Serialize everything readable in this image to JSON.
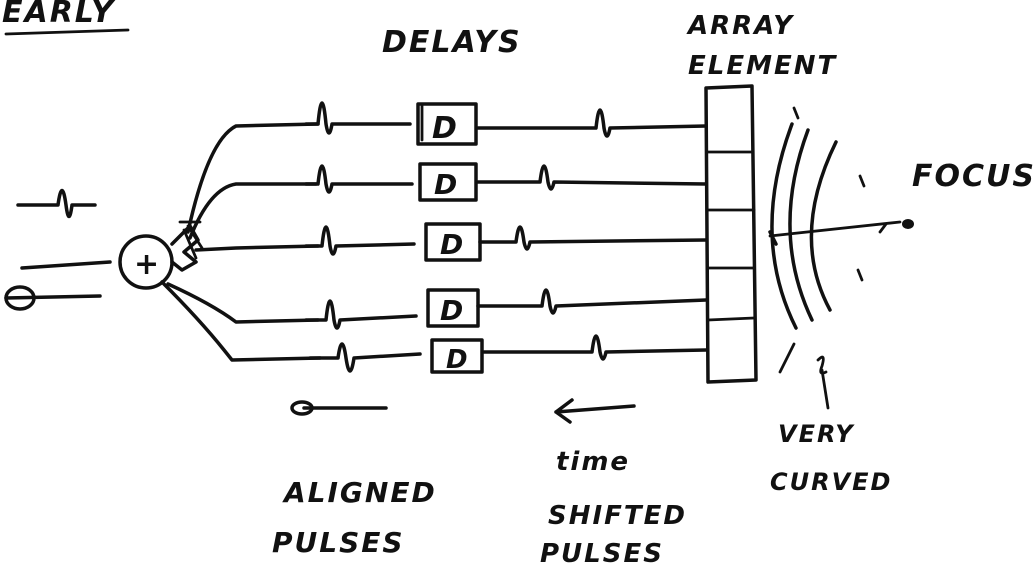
{
  "labels": {
    "early": "EARLY",
    "delays": "DELAYS",
    "array_line1": "ARRAY",
    "array_line2": "ELEMENT",
    "focus": "FOCUS",
    "very": "VERY",
    "curved": "CURVED",
    "time": "time",
    "aligned": "ALIGNED",
    "pulses_left": "PULSES",
    "shifted": "SHIFTED",
    "pulses_right": "PULSES"
  },
  "symbols": {
    "summer": "+",
    "delay_box": "D"
  },
  "delay_boxes": [
    "D",
    "D",
    "D",
    "D",
    "D"
  ],
  "colors": {
    "ink": "#111111",
    "paper": "#ffffff"
  }
}
